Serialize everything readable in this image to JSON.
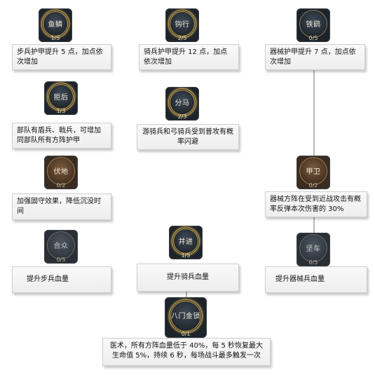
{
  "talents": [
    {
      "name": "鱼鳞",
      "count": "1/5",
      "desc": "步兵护甲提升 5 点，加点依次增加"
    },
    {
      "name": "钩行",
      "count": "2/5",
      "desc": "骑兵护甲提升 12 点，加点依次增加"
    },
    {
      "name": "铁鹞",
      "count": "0/5",
      "desc": "器械护甲提升 7 点，加点依次增加"
    },
    {
      "name": "拒后",
      "count": "1/3",
      "desc": "部队有盾兵、戟兵，可增加同部队所有方阵护甲"
    },
    {
      "name": "分马",
      "count": "2/3",
      "desc": "游骑兵和弓骑兵受到普攻有概率闪避"
    },
    {
      "name": "伏地",
      "count": "0/2",
      "desc": "加强固守效果，降低沉没时间"
    },
    {
      "name": "甲卫",
      "count": "0/2",
      "desc": "器械方阵在受到近战攻击有概率反弹本次伤害的 30%"
    },
    {
      "name": "合众",
      "count": "0/5",
      "desc": "提升步兵血量"
    },
    {
      "name": "并进",
      "count": "1/5",
      "desc": "提升骑兵血量"
    },
    {
      "name": "坚车",
      "count": "0/5",
      "desc": "提升器械兵血量"
    },
    {
      "name": "八门金锁",
      "count": "0/1",
      "desc": "医术，所有方阵血量低于 40%，每 5 秒恢复最大生命值 5%，持续 6 秒，每场战斗最多触发一次"
    }
  ]
}
